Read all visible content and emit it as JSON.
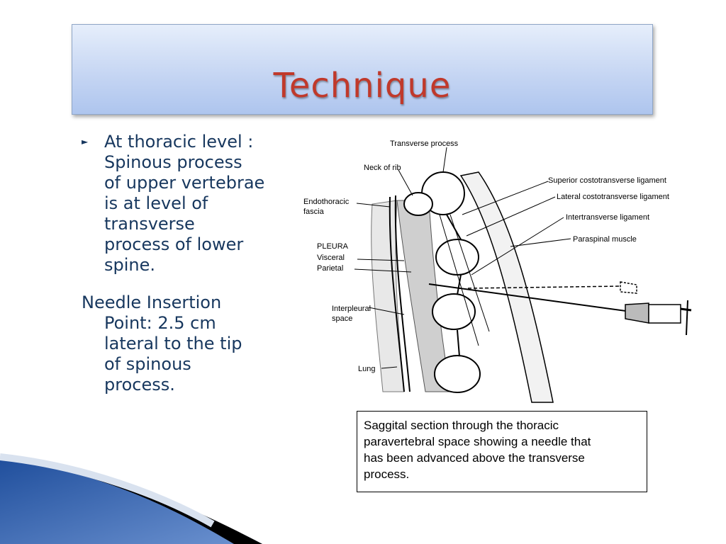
{
  "slide": {
    "title": "Technique",
    "bullet_lines": [
      "At thoracic level :",
      "Spinous process",
      "of upper vertebrae",
      "is at level of",
      "transverse",
      "process of lower",
      "spine."
    ],
    "needle_label_line1": "Needle Insertion",
    "needle_label_line2": "Point:",
    "needle_value_line2": "2.5 cm",
    "needle_value_lines": [
      "lateral to the tip",
      "of spinous",
      "process."
    ]
  },
  "diagram": {
    "labels": {
      "transverse_process": "Transverse process",
      "neck_of_rib": "Neck of rib",
      "endothoracic_line1": "Endothoracic",
      "endothoracic_line2": "fascia",
      "pleura": "PLEURA",
      "visceral": "Visceral",
      "parietal": "Parietal",
      "interpleural_line1": "Interpleural",
      "interpleural_line2": "space",
      "lung": "Lung",
      "superior_costotransverse": "Superior costotransverse ligament",
      "lateral_costotransverse": "Lateral costotransverse ligament",
      "intertransverse": "Intertransverse ligament",
      "paraspinal": "Paraspinal muscle"
    }
  },
  "caption": {
    "lines": [
      "Saggital section through the thoracic",
      "paravertebral space showing a needle that",
      "has been advanced above the transverse",
      "process."
    ]
  },
  "colors": {
    "title": "#c0392b",
    "body_text": "#17375e",
    "title_box_top": "#e6eefb",
    "title_box_bottom": "#aec5ee",
    "corner_blue": "#2e63b8"
  }
}
